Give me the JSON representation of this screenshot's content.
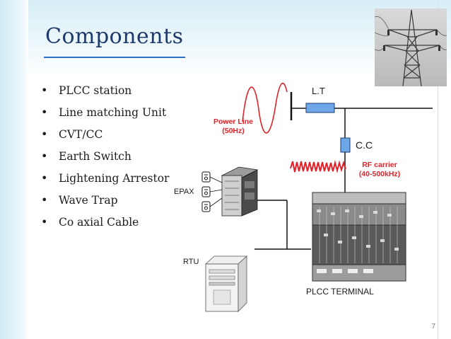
{
  "slide": {
    "title": "Components",
    "bullets": [
      "PLCC station",
      "Line matching Unit",
      "CVT/CC",
      "Earth Switch",
      "Lightening Arrestor",
      "Wave Trap",
      "Co axial Cable"
    ],
    "bullet_symbol": "•",
    "page_number": "7"
  },
  "diagram": {
    "lt_label": "L.T",
    "cc_label": "C.C",
    "power_line_label_1": "Power Line",
    "power_line_label_2": "(50Hz)",
    "rf_label_1": "RF carrier",
    "rf_label_2": "(40-500kHz)",
    "epax_label": "EPAX",
    "rtu_label": "RTU",
    "plcc_terminal_label": "PLCC TERMINAL"
  },
  "colors": {
    "title": "#1e3a6d",
    "accent_blue": "#2b6fc7",
    "red": "#e0232a"
  }
}
